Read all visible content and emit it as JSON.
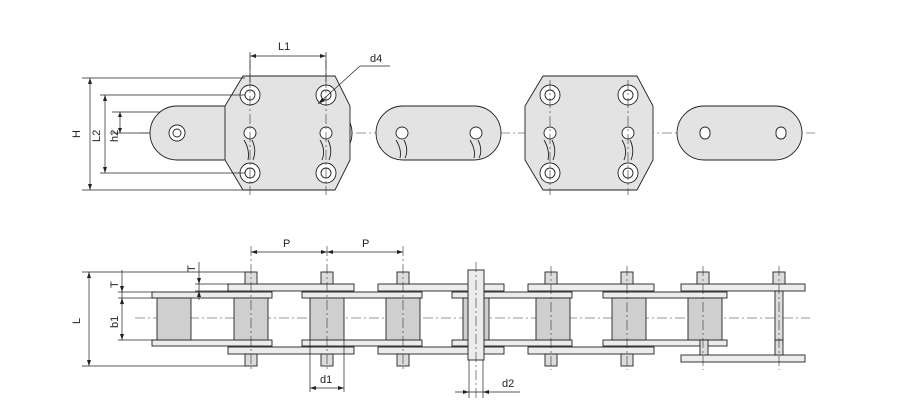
{
  "labels": {
    "L1": "L1",
    "d4": "d4",
    "H": "H",
    "L2": "L2",
    "h2": "h2",
    "P1": "P",
    "P2": "P",
    "T1": "T",
    "T2": "T",
    "L": "L",
    "b1": "b1",
    "d1": "d1",
    "d2": "d2"
  },
  "colors": {
    "fill": "#e3e3e3",
    "roller": "#cfcfcf",
    "stroke": "#222222"
  }
}
